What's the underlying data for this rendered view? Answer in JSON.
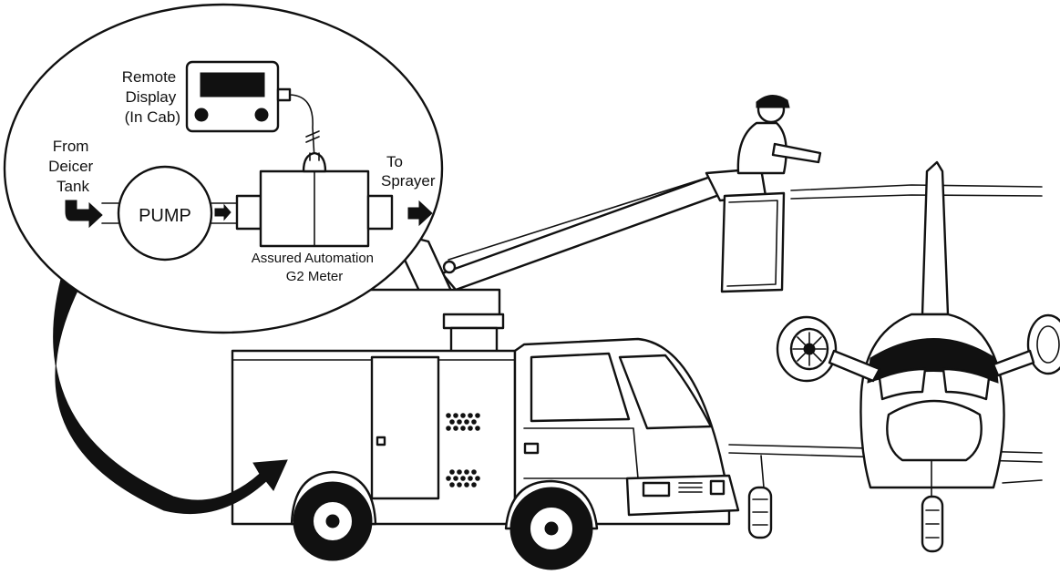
{
  "diagram": {
    "remote_display_label": [
      "Remote",
      "Display",
      "(In Cab)"
    ],
    "from_label": [
      "From",
      "Deicer",
      "Tank"
    ],
    "to_label": [
      "To",
      "Sprayer"
    ],
    "pump_label": "PUMP",
    "meter_label": [
      "Assured Automation",
      "G2 Meter"
    ]
  },
  "icons": [
    "arrow-in-icon",
    "arrow-right-icon",
    "arrow-out-icon",
    "curved-arrow-icon"
  ],
  "colors": {
    "ink": "#111111",
    "background": "#ffffff"
  }
}
